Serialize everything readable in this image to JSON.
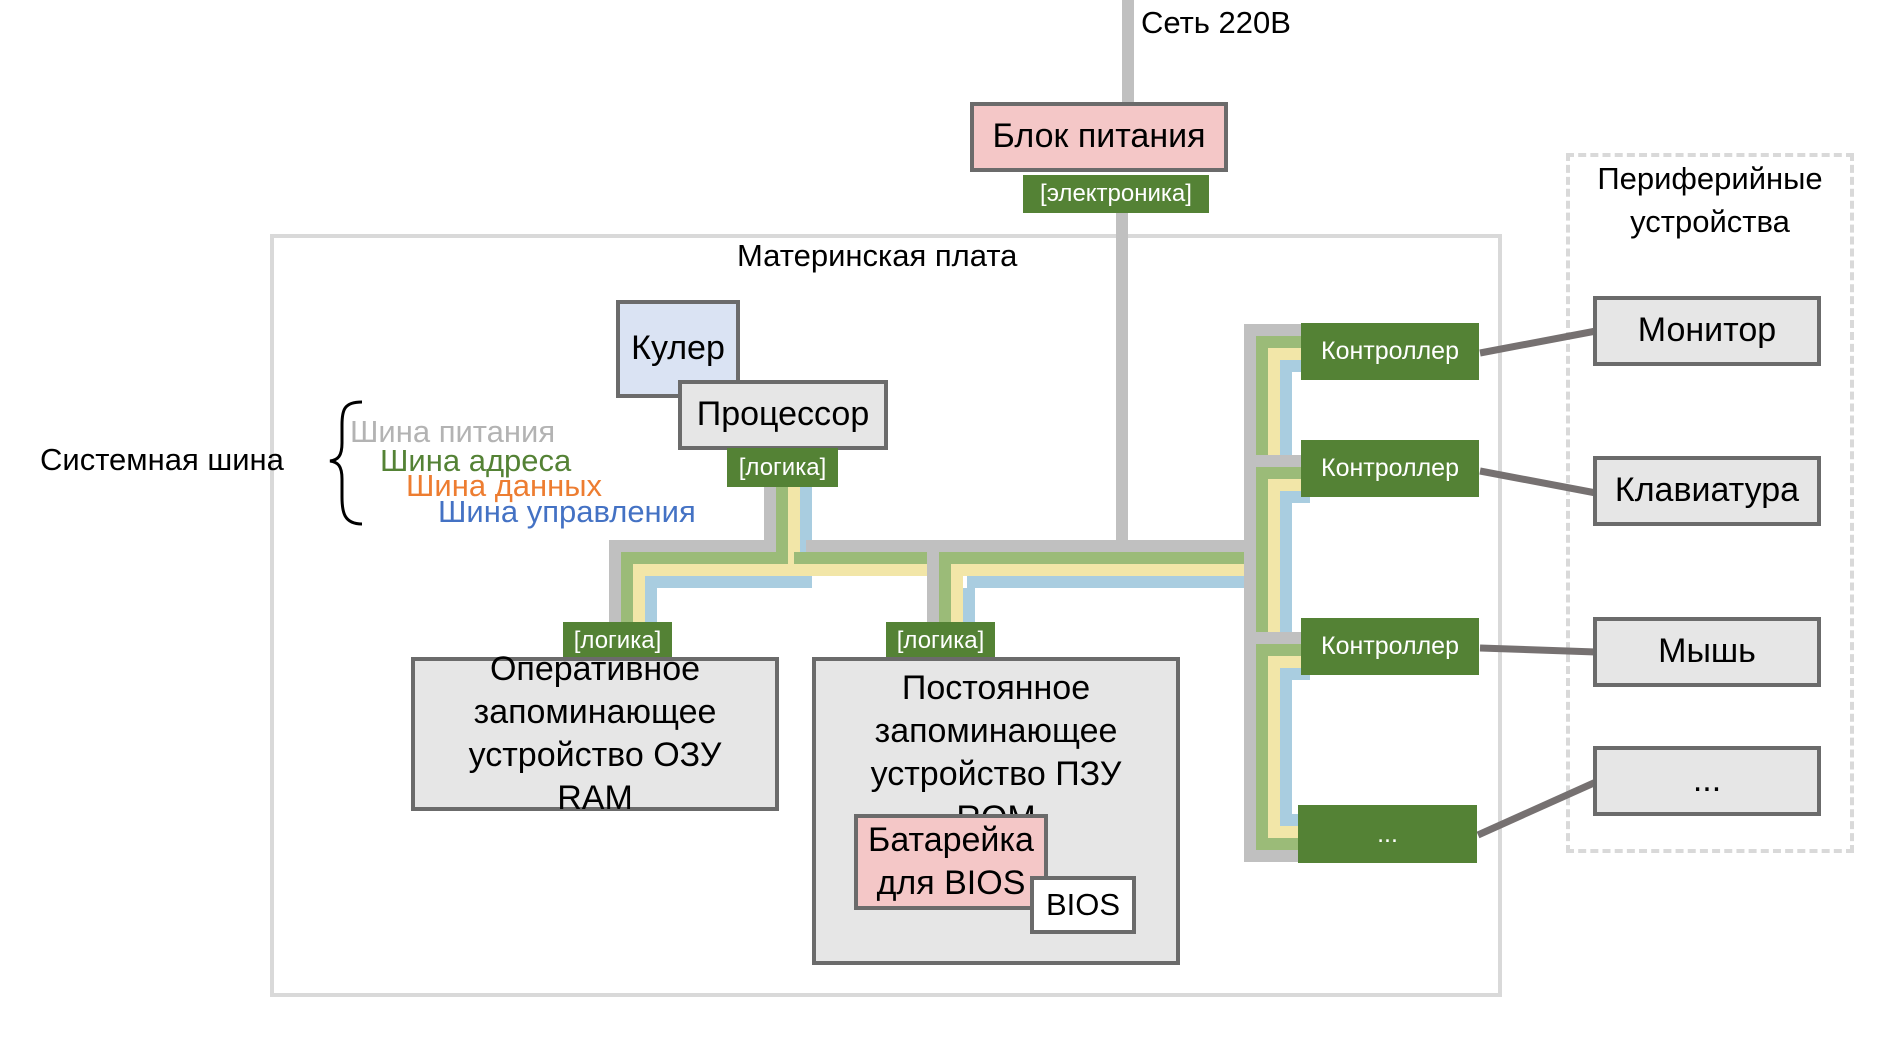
{
  "mains": {
    "label": "Сеть 220В"
  },
  "psu": {
    "label": "Блок питания",
    "tag": "[электроника]"
  },
  "motherboard": {
    "label": "Материнская плата"
  },
  "cooler": {
    "label": "Кулер"
  },
  "cpu": {
    "label": "Процессор",
    "tag": "[логика]"
  },
  "system_bus": {
    "label": "Системная шина",
    "legend": [
      {
        "label": "Шина питания",
        "color": "#b3b3b3"
      },
      {
        "label": "Шина адреса",
        "color": "#548235"
      },
      {
        "label": "Шина данных",
        "color": "#ed7d31"
      },
      {
        "label": "Шина управления",
        "color": "#4472c4"
      }
    ]
  },
  "ram": {
    "label": "Оперативное запоминающее устройство ОЗУ RAM",
    "tag": "[логика]"
  },
  "rom": {
    "label": "Постоянное запоминающее устройство ПЗУ ROM",
    "tag": "[логика]"
  },
  "battery": {
    "label": "Батарейка для BIOS"
  },
  "bios": {
    "label": "BIOS"
  },
  "controllers": [
    {
      "label": "Контроллер"
    },
    {
      "label": "Контроллер"
    },
    {
      "label": "Контроллер"
    },
    {
      "label": "..."
    }
  ],
  "peripherals": {
    "label": "Периферийные устройства",
    "devices": [
      {
        "label": "Монитор"
      },
      {
        "label": "Клавиатура"
      },
      {
        "label": "Мышь"
      },
      {
        "label": "..."
      }
    ]
  },
  "colors": {
    "power_bus": "#c0c0c0",
    "address_bus": "#9bbb78",
    "data_bus": "#f2e6a8",
    "control_bus": "#a9cde0",
    "tag_green": "#548235",
    "psu_fill": "#f4c7c7",
    "cooler_fill": "#dae3f3"
  }
}
